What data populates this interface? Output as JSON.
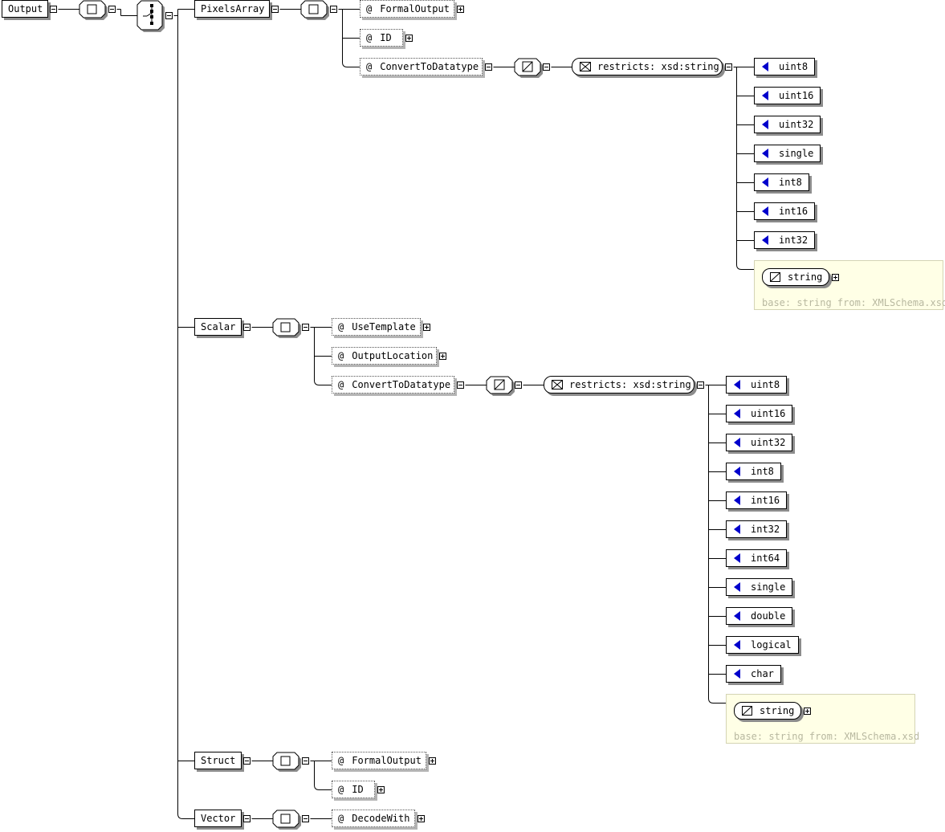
{
  "root": {
    "label": "Output"
  },
  "choice_icon": "choice-icon",
  "sequence_icon": "sequence-icon",
  "pixels_array": {
    "label": "PixelsArray",
    "attributes": [
      "FormalOutput",
      "ID",
      "ConvertToDatatype"
    ],
    "restriction": "restricts: xsd:string",
    "enums": [
      "uint8",
      "uint16",
      "uint32",
      "single",
      "int8",
      "int16",
      "int32"
    ],
    "base_type": "string",
    "base_note": "base: string from: XMLSchema.xsd"
  },
  "scalar": {
    "label": "Scalar",
    "attributes": [
      "UseTemplate",
      "OutputLocation",
      "ConvertToDatatype"
    ],
    "restriction": "restricts: xsd:string",
    "enums": [
      "uint8",
      "uint16",
      "uint32",
      "int8",
      "int16",
      "int32",
      "int64",
      "single",
      "double",
      "logical",
      "char"
    ],
    "base_type": "string",
    "base_note": "base: string from: XMLSchema.xsd"
  },
  "struct": {
    "label": "Struct",
    "attributes": [
      "FormalOutput",
      "ID"
    ]
  },
  "vector": {
    "label": "Vector",
    "attributes": [
      "DecodeWith"
    ]
  },
  "at_symbol": "@",
  "colors": {
    "enum_arrow": "#0000cc",
    "note_bg": "#ffffe6",
    "note_text": "#b8b8a0",
    "shadow": "#8c8c8c"
  }
}
